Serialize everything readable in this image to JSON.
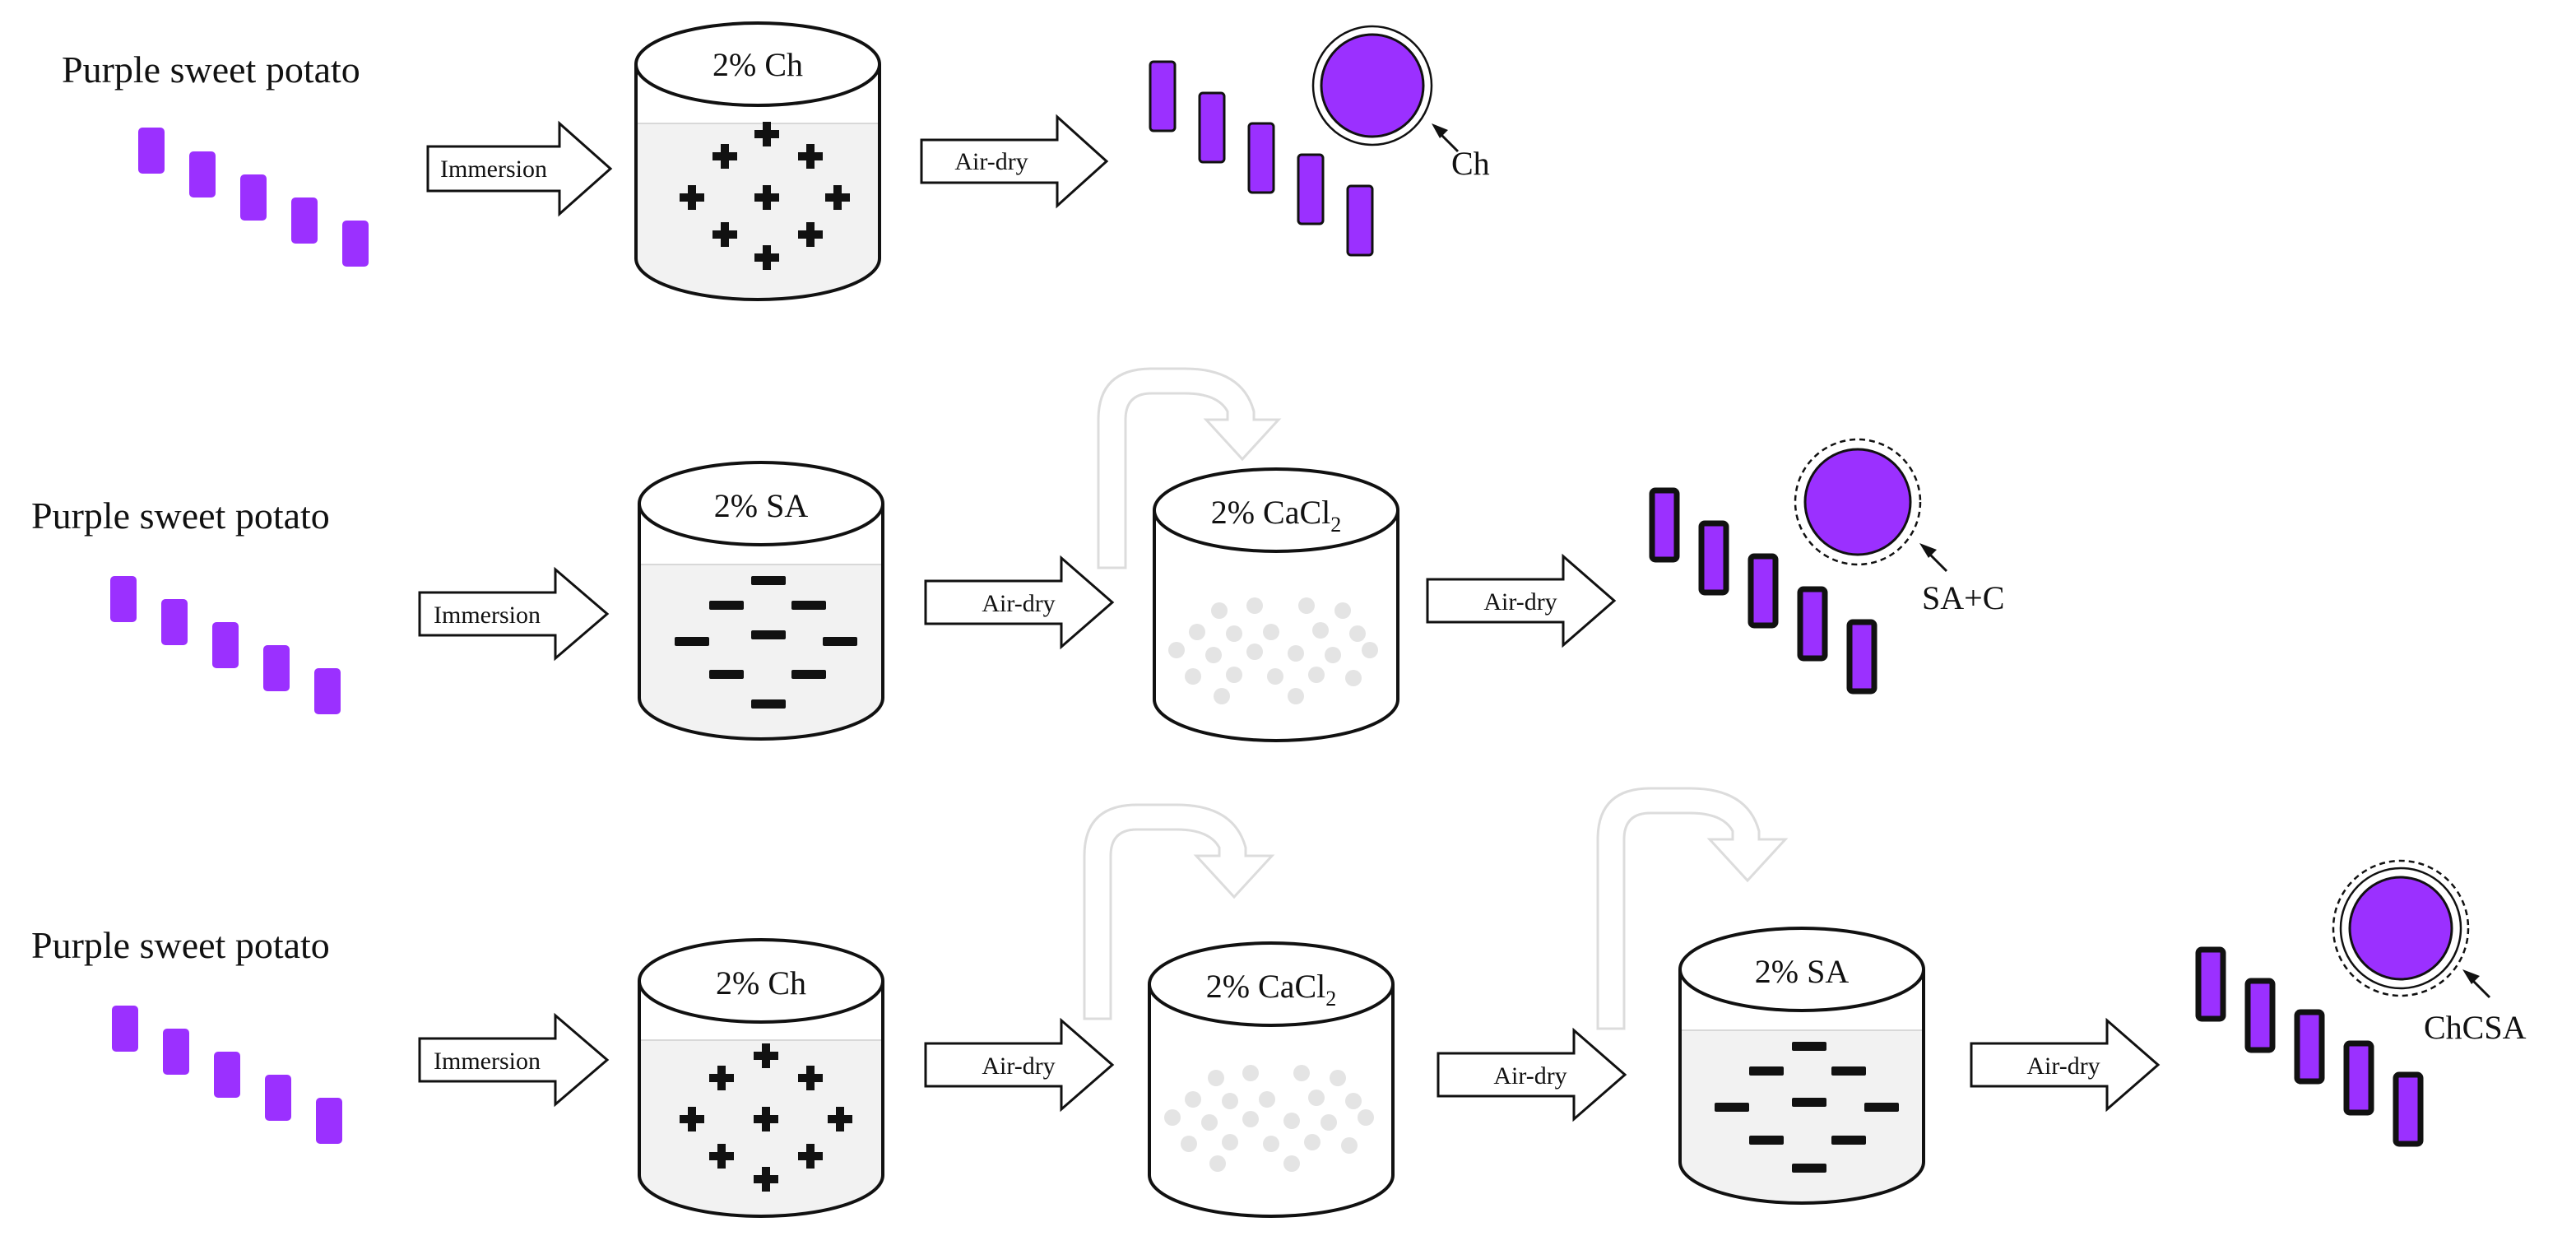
{
  "colors": {
    "potato": "#9b30ff",
    "outline": "#111111",
    "liquid": "#f2f2f2",
    "faint_arrow": "#dcdcdc",
    "faint_dot": "#e4e4e4"
  },
  "rows": [
    {
      "title": "Purple sweet potato",
      "steps": [
        {
          "label": "Immersion",
          "tank": "2% Ch",
          "content": "plus"
        },
        {
          "label": "Air-dry"
        }
      ],
      "result": {
        "label": "Ch",
        "ring": "solid",
        "bordered": false
      }
    },
    {
      "title": "Purple sweet potato",
      "steps": [
        {
          "label": "Immersion",
          "tank": "2% SA",
          "content": "minus"
        },
        {
          "label": "Air-dry",
          "tank_main": "2% CaCl",
          "tank_sub": "2",
          "content": "dots"
        },
        {
          "label": "Air-dry"
        }
      ],
      "result": {
        "label": "SA+C",
        "ring": "dashed",
        "bordered": true
      }
    },
    {
      "title": "Purple sweet potato",
      "steps": [
        {
          "label": "Immersion",
          "tank": "2% Ch",
          "content": "plus"
        },
        {
          "label": "Air-dry",
          "tank_main": "2% CaCl",
          "tank_sub": "2",
          "content": "dots"
        },
        {
          "label": "Air-dry",
          "tank": "2% SA",
          "content": "minus"
        },
        {
          "label": "Air-dry"
        }
      ],
      "result": {
        "label": "ChCSA",
        "ring": "dashed-double",
        "bordered": true
      }
    }
  ]
}
